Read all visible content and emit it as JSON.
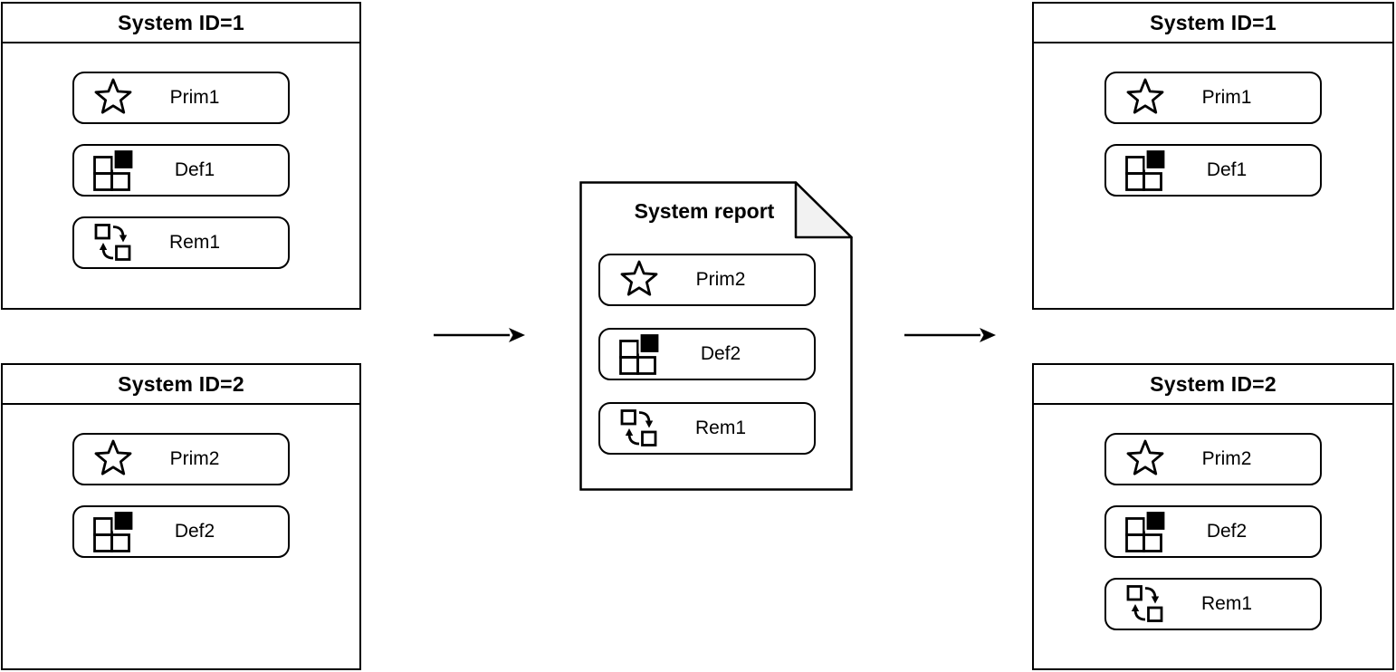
{
  "colors": {
    "background": "#ffffff",
    "stroke": "#000000",
    "fold_fill": "#f2f2f2"
  },
  "panels": {
    "left_top": {
      "title": "System ID=1",
      "items": [
        {
          "icon": "star",
          "label": "Prim1"
        },
        {
          "icon": "grid",
          "label": "Def1"
        },
        {
          "icon": "sync",
          "label": "Rem1"
        }
      ]
    },
    "left_bottom": {
      "title": "System ID=2",
      "items": [
        {
          "icon": "star",
          "label": "Prim2"
        },
        {
          "icon": "grid",
          "label": "Def2"
        }
      ]
    },
    "report": {
      "title": "System report",
      "items": [
        {
          "icon": "star",
          "label": "Prim2"
        },
        {
          "icon": "grid",
          "label": "Def2"
        },
        {
          "icon": "sync",
          "label": "Rem1"
        }
      ]
    },
    "right_top": {
      "title": "System ID=1",
      "items": [
        {
          "icon": "star",
          "label": "Prim1"
        },
        {
          "icon": "grid",
          "label": "Def1"
        }
      ]
    },
    "right_bottom": {
      "title": "System ID=2",
      "items": [
        {
          "icon": "star",
          "label": "Prim2"
        },
        {
          "icon": "grid",
          "label": "Def2"
        },
        {
          "icon": "sync",
          "label": "Rem1"
        }
      ]
    }
  }
}
